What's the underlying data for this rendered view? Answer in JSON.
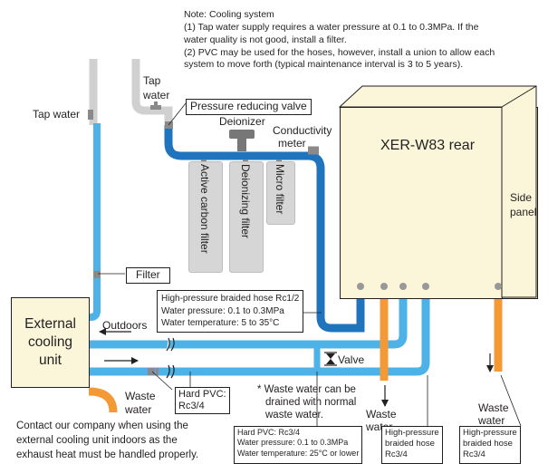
{
  "colors": {
    "water_pipe": "#4db2e8",
    "pipe_dark": "#1f74bd",
    "hose_orange": "#f39a37",
    "tap_grey": "#d0d0d0",
    "unit_fill": "#fbf5d9",
    "filter_grey": "#d6d6d6"
  },
  "note": {
    "title": "Note: Cooling system",
    "line1": "(1)  Tap water supply requires a water pressure at 0.1 to 0.3MPa. If the",
    "line2": "      water quality is not good, install a filter.",
    "line3": "(2)  PVC may be used for the hoses, however, install a union to allow each",
    "line4": "      system to move forth (typical maintenance interval is 3 to 5 years)."
  },
  "labels": {
    "tap_water_left": "Tap water",
    "tap_water_top_1": "Tap",
    "tap_water_top_2": "water",
    "pressure_reducing_valve": "Pressure reducing valve",
    "deionizer": "Deionizer",
    "conductivity_1": "Conductivity",
    "conductivity_2": "meter",
    "active_carbon_filter": "Active carbon filter",
    "deionizing_filter": "Deionizing filter",
    "micro_filter": "Micro filter",
    "machine_name": "XER-W83 rear",
    "side_panel_1": "Side",
    "side_panel_2": "panel",
    "filter": "Filter",
    "hose_rc12_1": "High-pressure braided hose Rc1/2",
    "hose_rc12_2": "Water pressure: 0.1 to 0.3MPa",
    "hose_rc12_3": "Water temperature: 5 to 35°C",
    "outdoors": "Outdoors",
    "external_unit_1": "External",
    "external_unit_2": "cooling",
    "external_unit_3": "unit",
    "valve": "Valve",
    "waste_water_note_1": "* Waste water can be",
    "waste_water_note_2": "drained with normal",
    "waste_water_note_3": "waste water.",
    "waste_left_1": "Waste",
    "waste_left_2": "water",
    "hard_pvc_1": "Hard PVC:",
    "hard_pvc_2": "Rc3/4",
    "waste_mid_1": "Waste",
    "waste_mid_2": "water",
    "waste_right_1": "Waste",
    "waste_right_2": "water",
    "contact_1": "Contact our company when using the",
    "contact_2": "external cooling unit indoors as the",
    "contact_3": "exhaust heat must be handled properly.",
    "hard_pvc_box_1": "Hard PVC: Rc3/4",
    "hard_pvc_box_2": "Water pressure: 0.1 to 0.3MPa",
    "hard_pvc_box_3": "Water temperature: 25°C or lower",
    "hp_mid_1": "High-pressure",
    "hp_mid_2": "braided hose",
    "hp_mid_3": "Rc3/4",
    "hp_right_1": "High-pressure",
    "hp_right_2": "braided hose",
    "hp_right_3": "Rc3/4"
  }
}
